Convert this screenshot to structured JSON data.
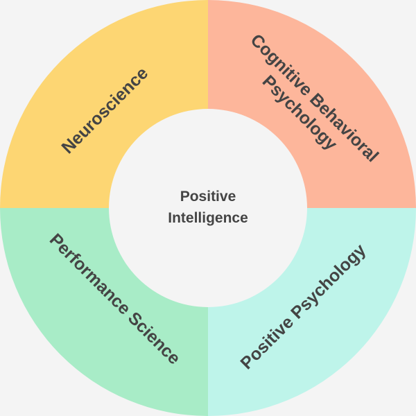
{
  "center": {
    "line1": "Positive",
    "line2": "Intelligence"
  },
  "segments": {
    "neuroscience": {
      "label": "Neuroscience",
      "color": "#fdd673"
    },
    "cbt": {
      "line1": "Cognitive Behavioral",
      "line2": "Psychology",
      "color": "#fdb69b"
    },
    "performance": {
      "label": "Performance Science",
      "color": "#a8ecc7"
    },
    "positive_psychology": {
      "label": "Positive Psychology",
      "color": "#bef4ea"
    }
  },
  "background": "#f4f4f4"
}
